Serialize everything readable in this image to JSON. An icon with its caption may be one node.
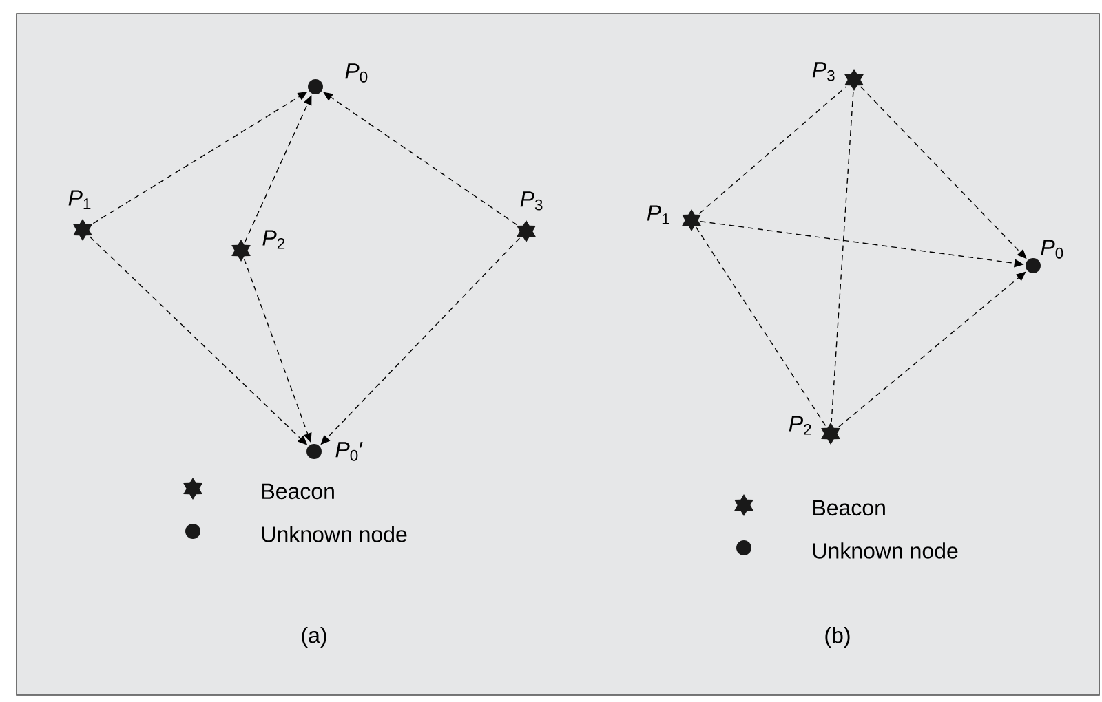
{
  "diagram": {
    "nodes": [
      {
        "text": [],
        "shape": "circle",
        "beside": [
          "*P*$_{0}$"
        ]
      },
      {
        "text": [],
        "shape": "star",
        "beside": [
          "*P*$_{1}$"
        ]
      },
      {
        "text": [],
        "shape": "star",
        "beside": [
          "*P*$_{2}$"
        ]
      },
      {
        "text": [],
        "shape": "star",
        "beside": [
          "*P*$_{3}$"
        ]
      },
      {
        "text": [],
        "shape": "circle",
        "beside": [
          "*P*$_{0}$′"
        ]
      },
      {
        "text": [],
        "shape": "star",
        "beside": [
          "*P*$_{3}$"
        ]
      },
      {
        "text": [],
        "shape": "star",
        "beside": [
          "*P*$_{1}$"
        ]
      },
      {
        "text": [],
        "shape": "star",
        "beside": [
          "*P*$_{2}$"
        ]
      },
      {
        "text": [],
        "shape": "circle",
        "beside": [
          "*P*$_{0}$"
        ]
      }
    ],
    "edges": [
      {
        "from": 1,
        "to": 0,
        "arrow": "to"
      },
      {
        "from": 2,
        "to": 0,
        "arrow": "to"
      },
      {
        "from": 3,
        "to": 0,
        "arrow": "to"
      },
      {
        "from": 1,
        "to": 4,
        "arrow": "to"
      },
      {
        "from": 2,
        "to": 4,
        "arrow": "to"
      },
      {
        "from": 3,
        "to": 4,
        "arrow": "to"
      },
      {
        "from": 6,
        "to": 5,
        "arrow": "none"
      },
      {
        "from": 5,
        "to": 7,
        "arrow": "none"
      },
      {
        "from": 6,
        "to": 7,
        "arrow": "none"
      },
      {
        "from": 5,
        "to": 8,
        "arrow": "to"
      },
      {
        "from": 6,
        "to": 8,
        "arrow": "to"
      },
      {
        "from": 7,
        "to": 8,
        "arrow": "to"
      }
    ],
    "labels": [
      "(a)",
      "(b)"
    ],
    "legend": [
      {
        "text": "Beacon"
      },
      {
        "text": "Unknown node"
      },
      {
        "text": "Beacon"
      },
      {
        "text": "Unknown node"
      }
    ]
  }
}
